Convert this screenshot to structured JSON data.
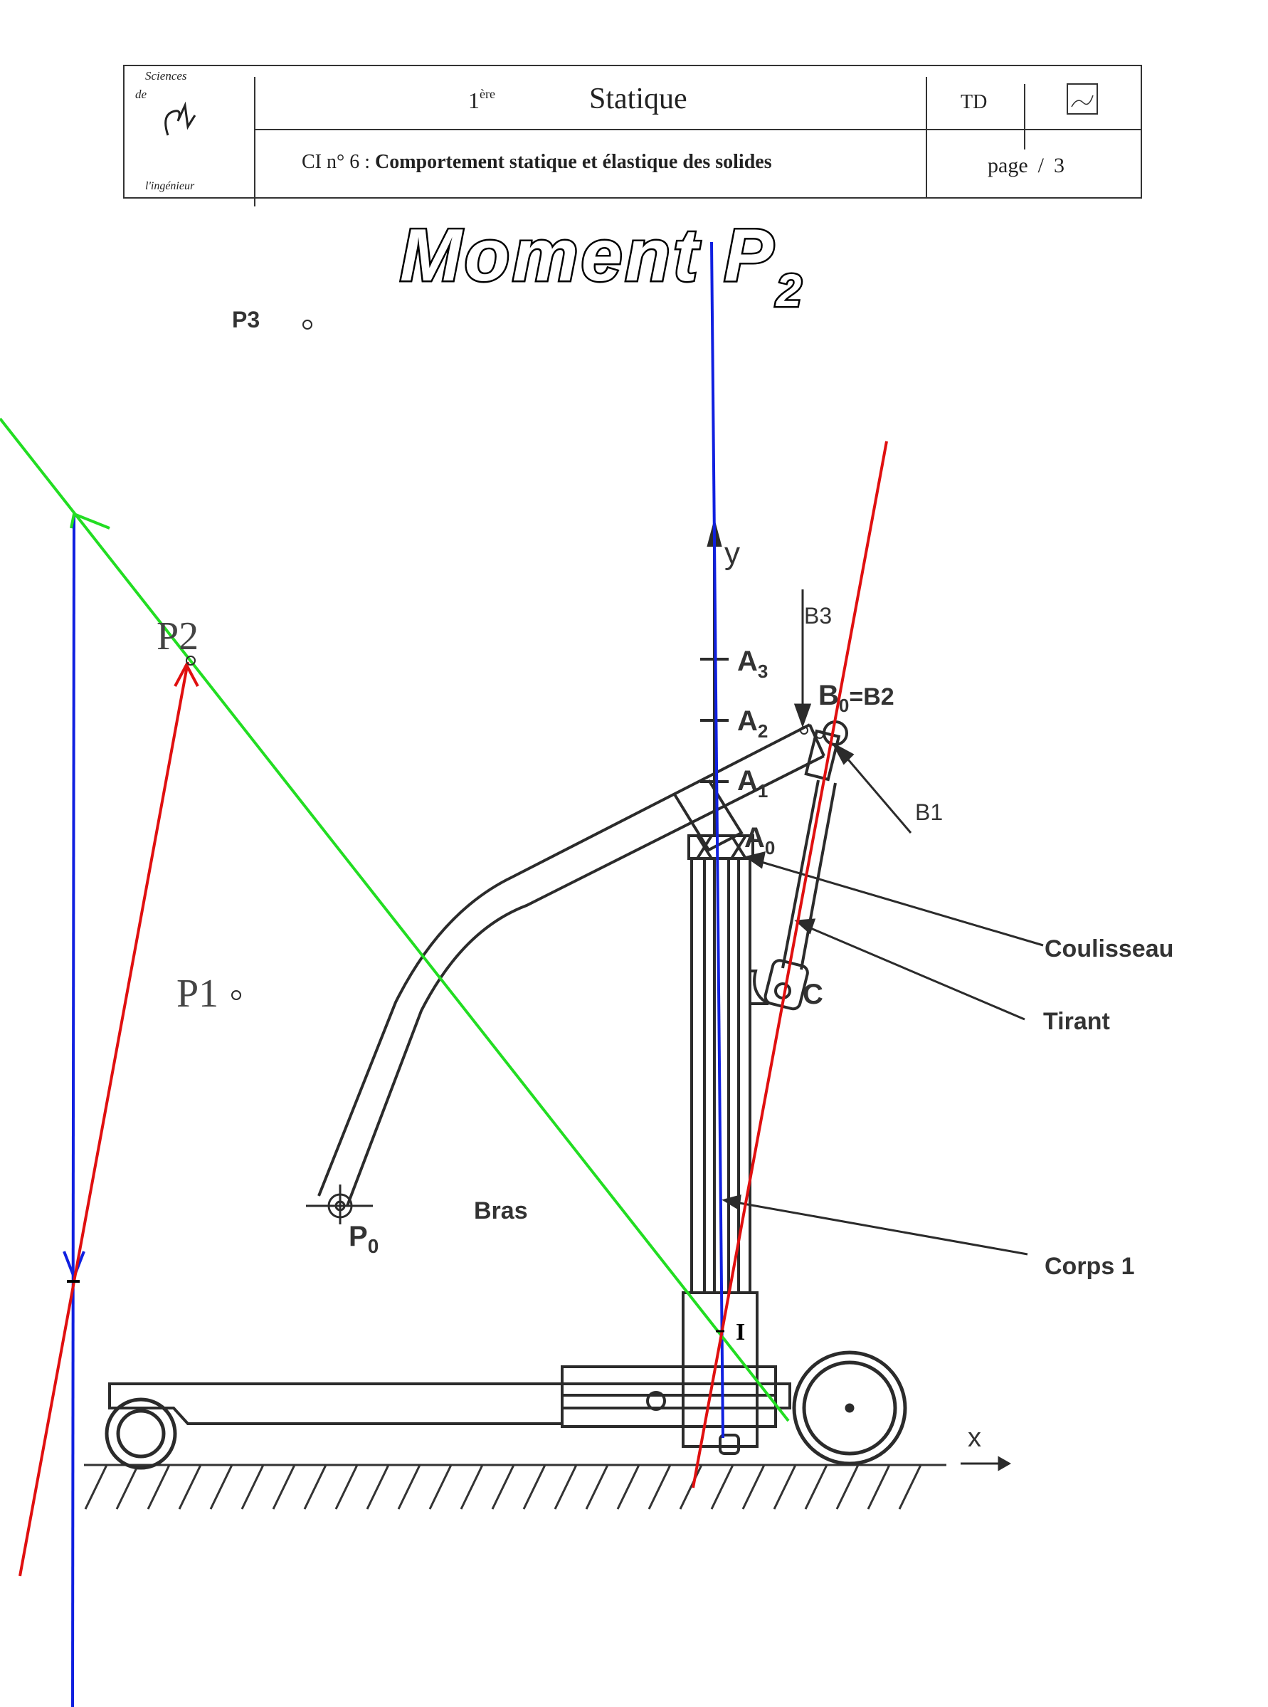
{
  "header": {
    "logo_top": "Sciences",
    "logo_de": "de",
    "logo_bottom": "l'ingénieur",
    "level": "1",
    "level_sup": "ère",
    "subject": "Statique",
    "doc_type": "TD",
    "course_label": "CI n° 6 : ",
    "course_title": "Comportement statique et élastique des solides",
    "page_word": "page",
    "page_sep": "/",
    "page_total": "3"
  },
  "title": {
    "main": "Moment P",
    "sub": "2"
  },
  "points": {
    "p1": "P1",
    "p2": "P2",
    "p3": "P3",
    "p0": "P",
    "p0_sub": "0",
    "c": "C",
    "i": "I",
    "b1": "B1",
    "b3": "B3",
    "b0": "B",
    "b0_sub": "0",
    "b0_suffix": "=B2",
    "a": "A",
    "a0_sub": "0",
    "a1_sub": "1",
    "a2_sub": "2",
    "a3_sub": "3",
    "axis_y": "y",
    "axis_x": "x"
  },
  "labels": {
    "coulisseau": "Coulisseau",
    "tirant": "Tirant",
    "corps": "Corps 1",
    "bras": "Bras"
  },
  "colors": {
    "ink": "#2b2b2b",
    "green": "#22dd22",
    "red": "#e01010",
    "blue": "#1020e0"
  }
}
